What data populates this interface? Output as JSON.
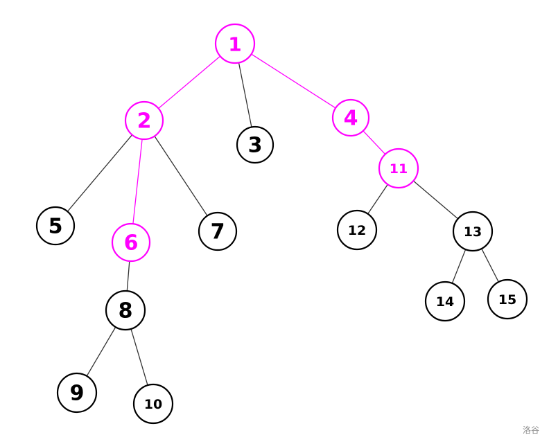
{
  "colors": {
    "highlight": "#ff00ff",
    "normal": "#000000",
    "edge_normal": "#333333"
  },
  "tree": {
    "nodes": [
      {
        "label": "1",
        "highlighted": true
      },
      {
        "label": "2",
        "highlighted": true
      },
      {
        "label": "3",
        "highlighted": false
      },
      {
        "label": "4",
        "highlighted": true
      },
      {
        "label": "5",
        "highlighted": false
      },
      {
        "label": "6",
        "highlighted": true
      },
      {
        "label": "7",
        "highlighted": false
      },
      {
        "label": "8",
        "highlighted": false
      },
      {
        "label": "9",
        "highlighted": false
      },
      {
        "label": "10",
        "highlighted": false
      },
      {
        "label": "11",
        "highlighted": true
      },
      {
        "label": "12",
        "highlighted": false
      },
      {
        "label": "13",
        "highlighted": false
      },
      {
        "label": "14",
        "highlighted": false
      },
      {
        "label": "15",
        "highlighted": false
      }
    ],
    "edges": [
      {
        "from": "1",
        "to": "2",
        "highlighted": true
      },
      {
        "from": "1",
        "to": "3",
        "highlighted": false
      },
      {
        "from": "1",
        "to": "4",
        "highlighted": true
      },
      {
        "from": "2",
        "to": "5",
        "highlighted": false
      },
      {
        "from": "2",
        "to": "6",
        "highlighted": true
      },
      {
        "from": "2",
        "to": "7",
        "highlighted": false
      },
      {
        "from": "6",
        "to": "8",
        "highlighted": false
      },
      {
        "from": "8",
        "to": "9",
        "highlighted": false
      },
      {
        "from": "8",
        "to": "10",
        "highlighted": false
      },
      {
        "from": "4",
        "to": "11",
        "highlighted": true
      },
      {
        "from": "11",
        "to": "12",
        "highlighted": false
      },
      {
        "from": "11",
        "to": "13",
        "highlighted": false
      },
      {
        "from": "13",
        "to": "14",
        "highlighted": false
      },
      {
        "from": "13",
        "to": "15",
        "highlighted": false
      }
    ]
  },
  "watermark": {
    "text": "洛谷"
  }
}
